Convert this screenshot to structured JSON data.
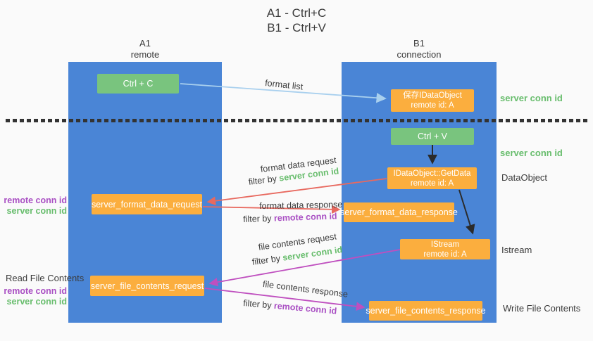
{
  "title": {
    "line1": "A1 - Ctrl+C",
    "line2": "B1 - Ctrl+V"
  },
  "columns": {
    "a1": {
      "name": "A1",
      "subtitle": "remote"
    },
    "b1": {
      "name": "B1",
      "subtitle": "connection"
    }
  },
  "nodes": {
    "ctrl_c": {
      "label": "Ctrl + C"
    },
    "save_dataobject": {
      "line1": "保存IDataObject",
      "line2": "remote id: A"
    },
    "ctrl_v": {
      "label": "Ctrl + V"
    },
    "getdata": {
      "line1": "IDataObject::GetData",
      "line2": "remote id: A"
    },
    "format_request": {
      "label": "server_format_data_request"
    },
    "format_response": {
      "label": "server_format_data_response"
    },
    "istream": {
      "line1": "IStream",
      "line2": "remote id: A"
    },
    "file_request": {
      "label": "server_file_contents_request"
    },
    "file_response": {
      "label": "server_file_contents_response"
    }
  },
  "edge_labels": {
    "format_list": "format list",
    "format_data_request": "format data request",
    "format_data_response": "format data response",
    "file_contents_request": "file contents request",
    "file_contents_response": "file contents response",
    "filter_by": "filter by",
    "server_conn_id": "server conn id",
    "remote_conn_id": "remote conn id"
  },
  "side_labels": {
    "server_conn_id_top": "server conn id",
    "server_conn_id_mid": "server conn id",
    "remote_conn_id": "remote conn id",
    "server_conn_id": "server conn id",
    "dataobject": "DataObject",
    "istream": "Istream",
    "read_file_contents": "Read File Contents",
    "write_file_contents": "Write File Contents"
  },
  "colors": {
    "column_blue": "#4a85d6",
    "node_green": "#79c47e",
    "node_orange": "#fbae3e",
    "arrow_light_blue": "#a9d0ee",
    "arrow_red": "#e8695f",
    "arrow_magenta": "#bf4fbf",
    "arrow_black": "#2b2b2b",
    "text_green": "#68bd6d",
    "text_purple": "#a94fc3"
  }
}
